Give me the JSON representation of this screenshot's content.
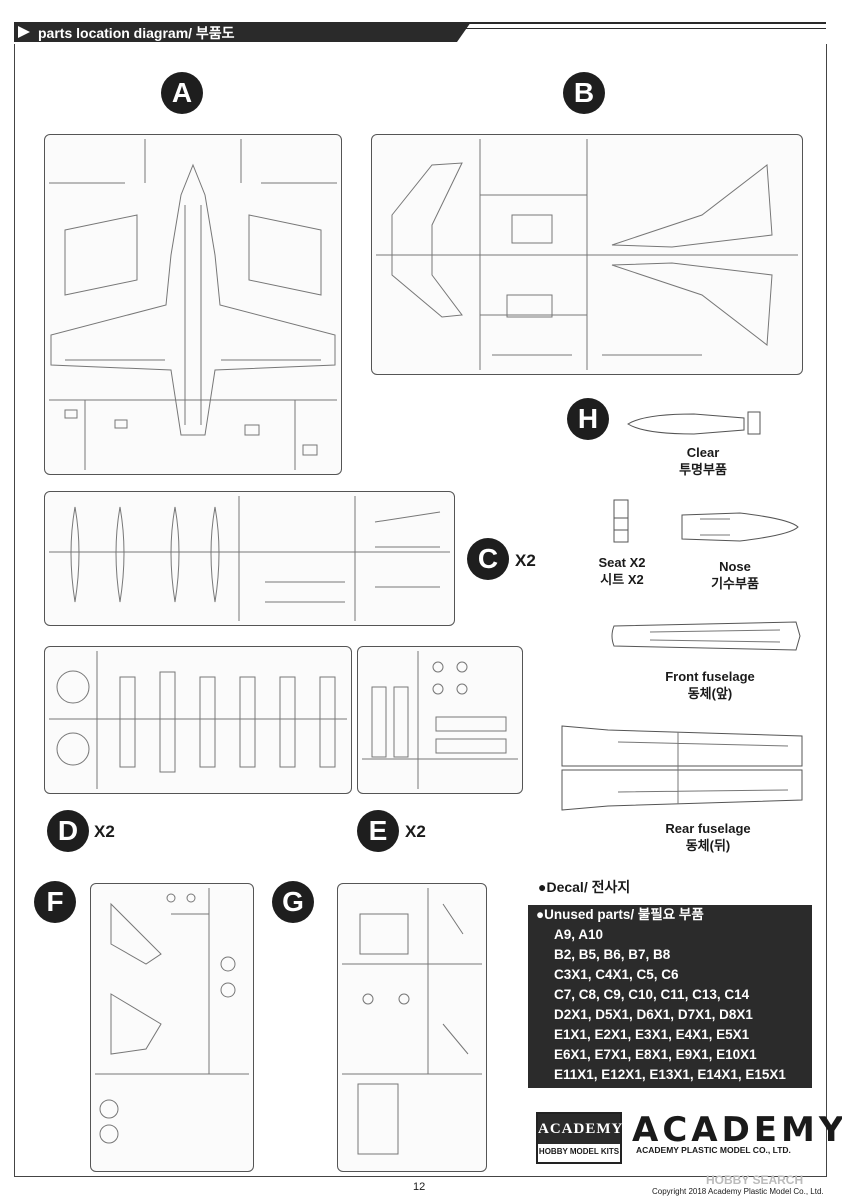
{
  "header": {
    "title": "parts location diagram/ 부품도"
  },
  "sections": {
    "A": {
      "letter": "A"
    },
    "B": {
      "letter": "B"
    },
    "C": {
      "letter": "C",
      "count": "X2"
    },
    "D": {
      "letter": "D",
      "count": "X2"
    },
    "E": {
      "letter": "E",
      "count": "X2"
    },
    "F": {
      "letter": "F"
    },
    "G": {
      "letter": "G"
    },
    "H": {
      "letter": "H"
    }
  },
  "parts": {
    "clear": {
      "en": "Clear",
      "ko": "투명부품"
    },
    "seat": {
      "en": "Seat X2",
      "ko": "시트 X2"
    },
    "nose": {
      "en": "Nose",
      "ko": "기수부품"
    },
    "front": {
      "en": "Front fuselage",
      "ko": "동체(앞)"
    },
    "rear": {
      "en": "Rear fuselage",
      "ko": "동체(뒤)"
    }
  },
  "decal": "●Decal/ 전사지",
  "unused": {
    "title": "●Unused parts/ 불필요 부품",
    "lines": [
      "A9, A10",
      "B2, B5, B6, B7, B8",
      "C3X1, C4X1, C5, C6",
      "C7, C8, C9, C10, C11, C13, C14",
      "D2X1, D5X1, D6X1, D7X1, D8X1",
      "E1X1, E2X1, E3X1, E4X1, E5X1",
      "E6X1, E7X1, E8X1, E9X1, E10X1",
      "E11X1, E12X1, E13X1, E14X1, E15X1"
    ]
  },
  "logo": {
    "box_top": "ACADEMY",
    "box_bottom": "HOBBY MODEL KITS",
    "brand": "ACADEMY",
    "brand_sub": "ACADEMY PLASTIC MODEL CO., LTD."
  },
  "footer": {
    "page": "12",
    "copyright": "Copyright 2018 Academy Plastic Model Co., Ltd.",
    "watermark": "HOBBY SEARCH"
  }
}
